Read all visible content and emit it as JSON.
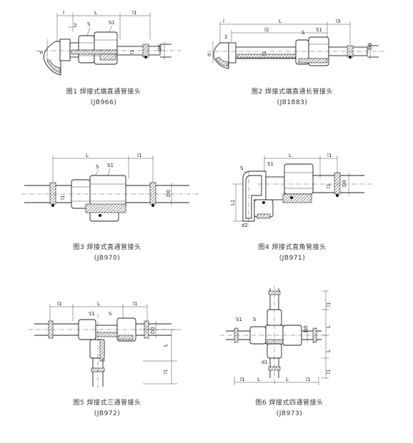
{
  "figures": [
    {
      "caption": "图1  焊接式端直通管接头",
      "code": "(JB966)",
      "labels": [
        "l",
        "L",
        "l1",
        "2",
        "S",
        "S1",
        "d",
        "D0",
        "l1"
      ]
    },
    {
      "caption": "图2  焊接式端直通长管接头",
      "code": "(JB1883)",
      "labels": [
        "l",
        "L",
        "l2",
        "l3",
        "2",
        "S",
        "S1",
        "d",
        "D0",
        "l1"
      ]
    },
    {
      "caption": "图3  焊接式直通管接头",
      "code": "(JB970)",
      "labels": [
        "L",
        "l1",
        "S",
        "S1",
        "D0",
        "l1"
      ]
    },
    {
      "caption": "图4  焊接式直角管接头",
      "code": "(JB971)",
      "labels": [
        "S",
        "S1",
        "L",
        "l1",
        "L1",
        "D0",
        "d2",
        "l1"
      ]
    },
    {
      "caption": "图5  焊接式三通管接头",
      "code": "(JB972)",
      "labels": [
        "l1",
        "L",
        "S1",
        "S",
        "l1",
        "D0",
        "L",
        "l1"
      ]
    },
    {
      "caption": "图6  焊接式四通管接头",
      "code": "(JB973)",
      "labels": [
        "S1",
        "S",
        "D0",
        "d1",
        "l1",
        "L",
        "L",
        "l1",
        "l1",
        "L",
        "L",
        "l1"
      ]
    }
  ]
}
